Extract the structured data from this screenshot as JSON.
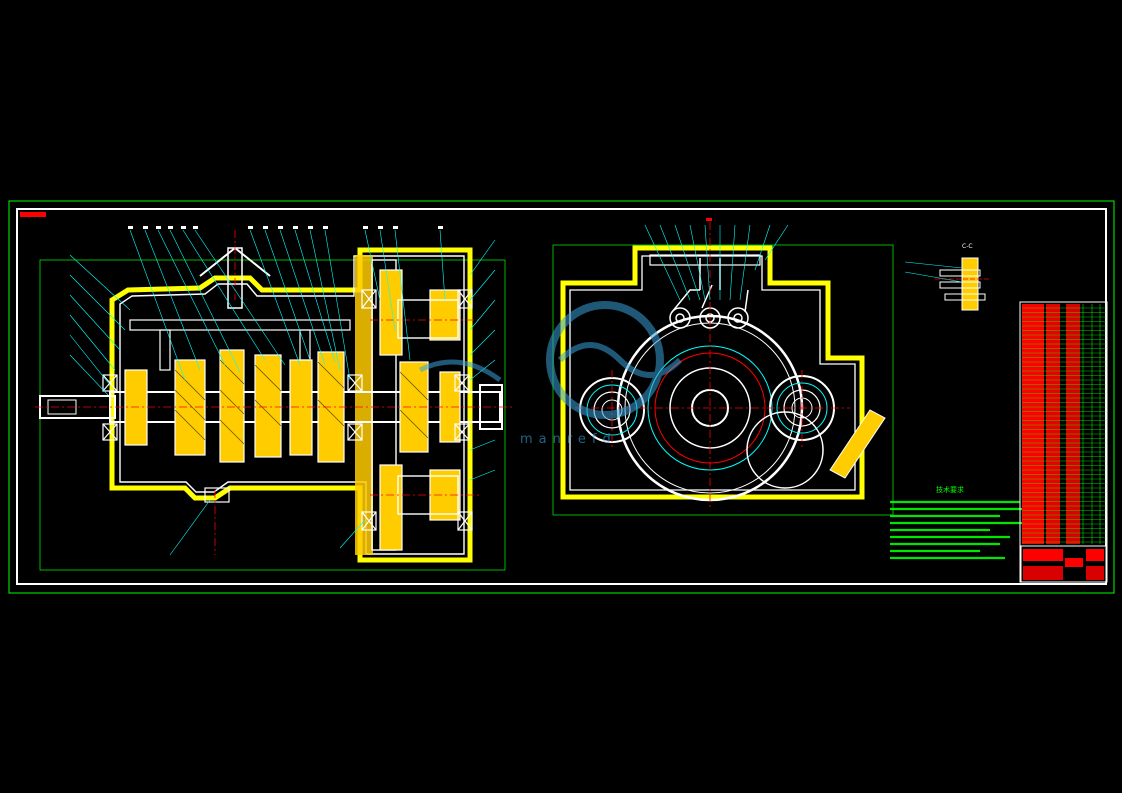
{
  "drawing": {
    "section_label": "C-C",
    "tech_title": "技术要求",
    "watermark": "manrefd",
    "colors": {
      "background": "#000000",
      "outer_frame": "#00ff00",
      "inner_frame": "#ffffff",
      "body_section": "#ffff00",
      "hatch": "#ffcc00",
      "centerline": "#ff0000",
      "dimension": "#00ff00",
      "leader": "#00ffff",
      "title_block_fill": "#ff0000",
      "title_block_grid": "#00ff00",
      "tech_text": "#00ff00",
      "watermark": "#3aa0d8"
    }
  }
}
